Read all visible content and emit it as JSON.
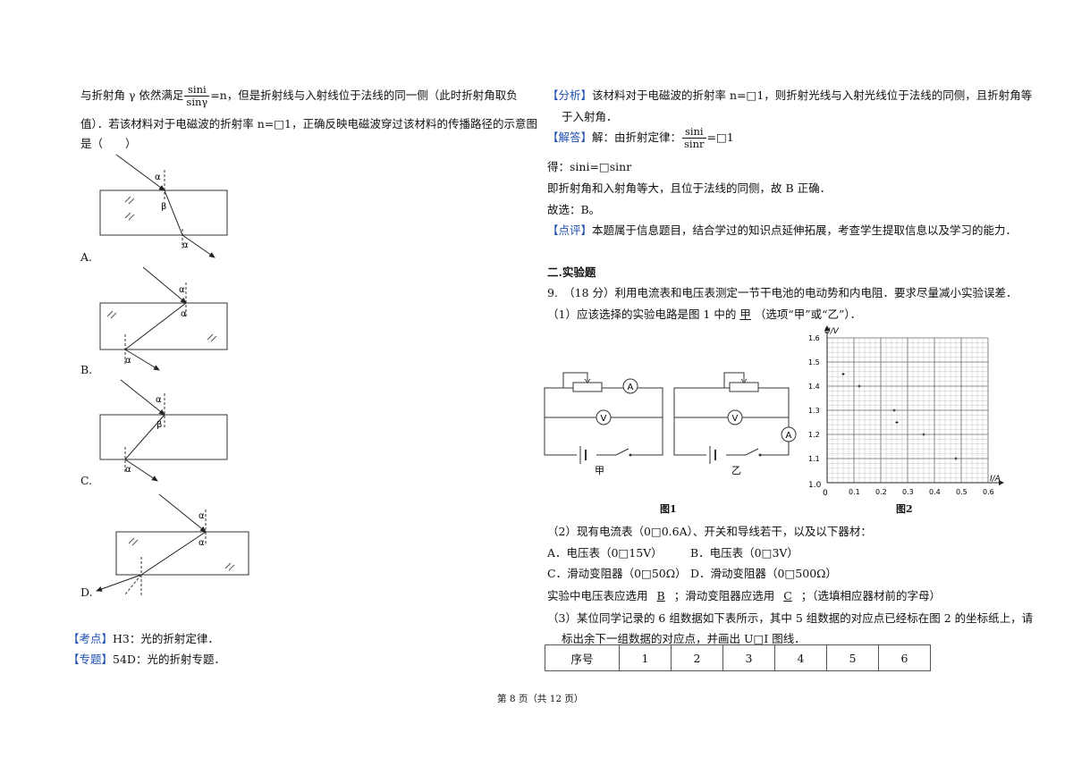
{
  "left": {
    "q_line1_a": "与折射角 γ 依然满足",
    "q_frac_num": "sini",
    "q_frac_den": "sinγ",
    "q_line1_b": "=n，但是折射线与入射线位于法线的同一侧（此时折射角取负",
    "q_line2": "值）．若该材料对于电磁波的折射率 n=□1，正确反映电磁波穿过该材料的传播路径的示意图",
    "q_line3": "是（　　）",
    "options": [
      "A.",
      "B.",
      "C.",
      "D."
    ],
    "angle_labels": {
      "alpha": "α",
      "beta": "β"
    },
    "kaodian_tag": "【考点】",
    "kaodian_text": "H3：光的折射定律．",
    "zhuanti_tag": "【专题】",
    "zhuanti_text": "54D：光的折射专题．"
  },
  "right": {
    "fenxi_tag": "【分析】",
    "fenxi_line1": "该材料对于电磁波的折射率 n=□1，则折射光线与入射光线位于法线的同侧，且折射角等",
    "fenxi_line2": "于入射角．",
    "jieda_tag": "【解答】",
    "jieda_text": "解：由折射定律：",
    "jieda_frac_num": "sini",
    "jieda_frac_den": "sinr",
    "jieda_eq": "=□1",
    "de": "得：sini=□sinr",
    "ji": "即折射角和入射角等大，且位于法线的同侧，故 B 正确．",
    "guxuan": "故选：B。",
    "dianping_tag": "【点评】",
    "dianping_text": "本题属于信息题目，结合学过的知识点延伸拓展，考查学生提取信息以及学习的能力．",
    "section_title": "二.实验题",
    "q9": "9.　（18 分）利用电流表和电压表测定一节干电池的电动势和内电阻．要求尽量减小实验误差．",
    "q9_1_a": "（1）应该选择的实验电路是图 1 中的",
    "q9_1_ans": "甲",
    "q9_1_b": "（选项“甲”或“乙”）．",
    "circuit_labels": {
      "ammeter": "A",
      "voltmeter": "V",
      "jia": "甲",
      "yi": "乙"
    },
    "fig1_caption": "图1",
    "fig2_caption": "图2",
    "q9_2": "（2）现有电流表（0□0.6A）、开关和导线若干，以及以下器材：",
    "optA": "A．电压表（0□15V）",
    "optB": "B．电压表（0□3V）",
    "optC": "C．滑动变阻器（0□50Ω）",
    "optD": "D．滑动变阻器（0□500Ω）",
    "q9_2_sel_a": "实验中电压表应选用",
    "q9_2_ans1": "B",
    "q9_2_sel_b": "；滑动变阻器应选用",
    "q9_2_ans2": "C",
    "q9_2_sel_c": "；（选填相应器材前的字母）",
    "q9_3_line1": "（3）某位同学记录的 6 组数据如下表所示，其中 5 组数据的对应点已经标在图 2 的坐标纸上，请",
    "q9_3_line2": "标出余下一组数据的对应点，并画出 U□I 图线．",
    "table_header": [
      "序号",
      "1",
      "2",
      "3",
      "4",
      "5",
      "6"
    ]
  },
  "footer": "第 8 页（共 12 页）",
  "chart_data": {
    "type": "scatter",
    "xlabel": "I/A",
    "ylabel": "U/V",
    "xlim": [
      0,
      0.6
    ],
    "ylim": [
      1.0,
      1.6
    ],
    "x_ticks": [
      "0.1",
      "0.2",
      "0.3",
      "0.4",
      "0.5",
      "0.6"
    ],
    "y_ticks": [
      "1.1",
      "1.2",
      "1.3",
      "1.4",
      "1.5",
      "1.6"
    ],
    "origin_label": "1.0",
    "x_origin_label": "0",
    "grid": true,
    "points": [
      {
        "x": 0.06,
        "y": 1.45
      },
      {
        "x": 0.12,
        "y": 1.4
      },
      {
        "x": 0.25,
        "y": 1.3
      },
      {
        "x": 0.26,
        "y": 1.25
      },
      {
        "x": 0.36,
        "y": 1.2
      },
      {
        "x": 0.48,
        "y": 1.1
      }
    ]
  }
}
